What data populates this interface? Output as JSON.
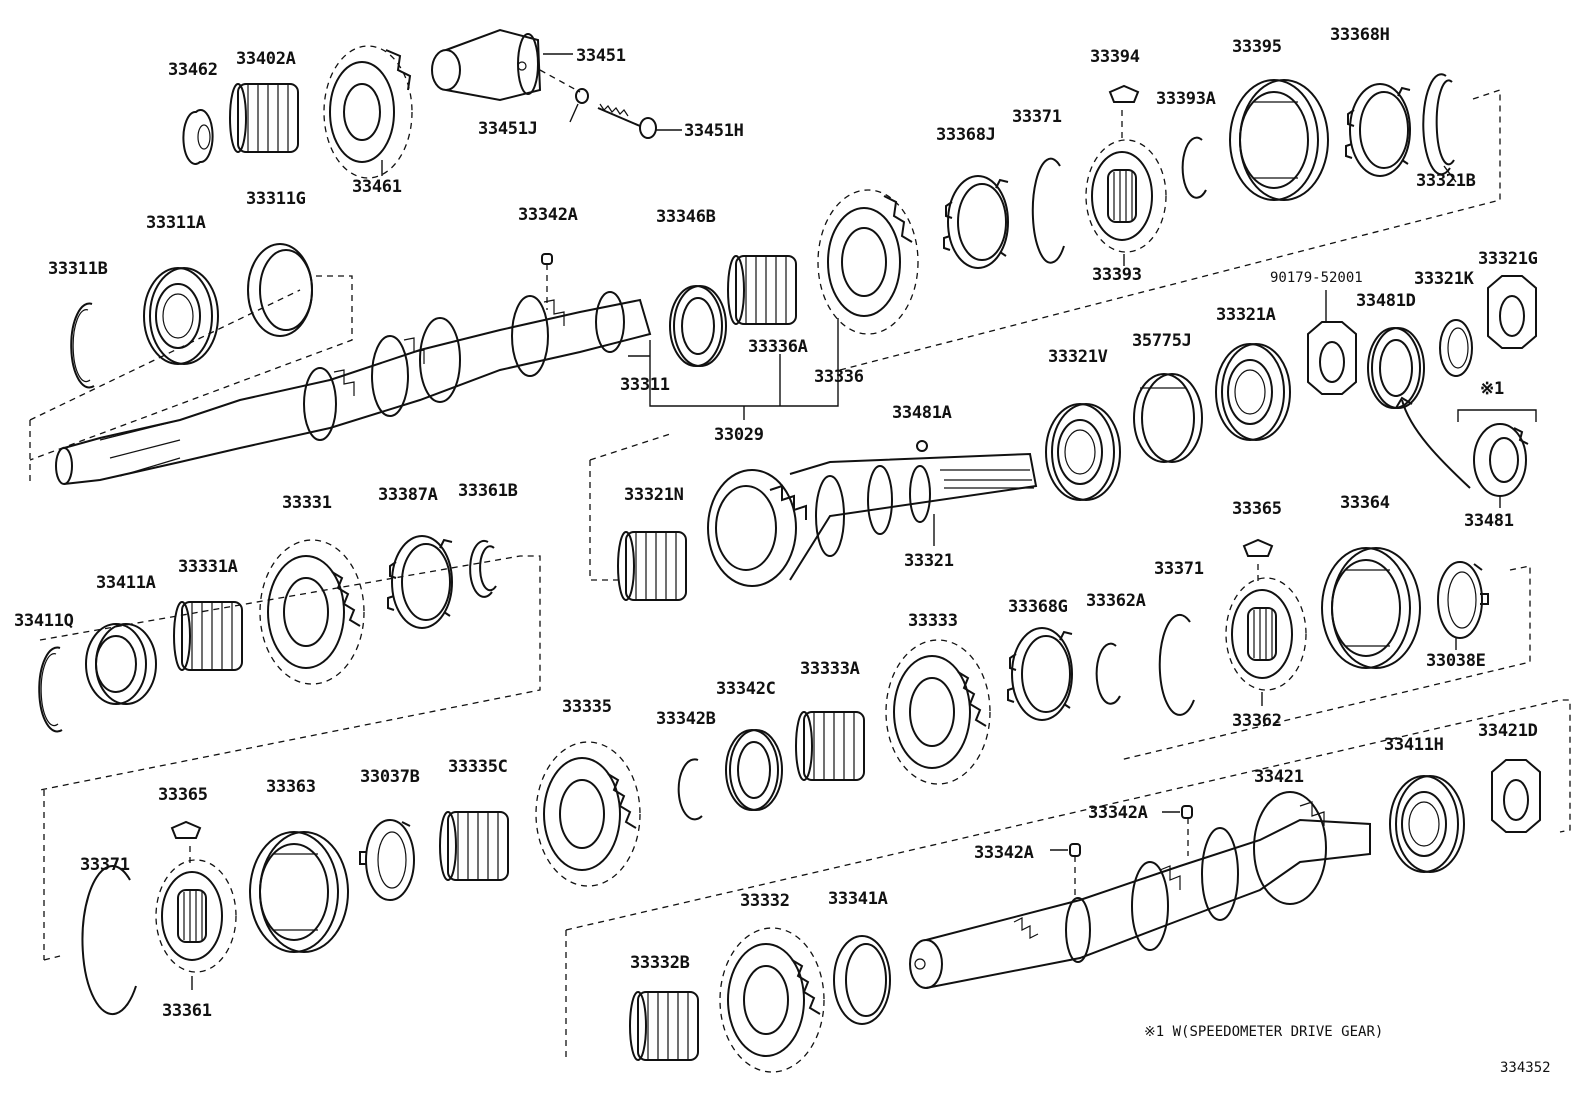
{
  "labels": {
    "p33462": "33462",
    "p33402A": "33402A",
    "p33451": "33451",
    "p33451J": "33451J",
    "p33451H": "33451H",
    "p33461": "33461",
    "p33394": "33394",
    "p33395": "33395",
    "p33368H": "33368H",
    "p33393A": "33393A",
    "p33368J": "33368J",
    "p33371_top": "33371",
    "p33321B": "33321B",
    "p33393": "33393",
    "p33311A": "33311A",
    "p33311G": "33311G",
    "p33311B": "33311B",
    "p33342A_top": "33342A",
    "p33346B": "33346B",
    "p33336A": "33336A",
    "p33336": "33336",
    "p33311": "33311",
    "p33029": "33029",
    "p90179": "90179-52001",
    "p33321K": "33321K",
    "p33321G": "33321G",
    "p33481D": "33481D",
    "p33321A": "33321A",
    "p33321V": "33321V",
    "p35775J": "35775J",
    "note_ref": "※1",
    "p33481A": "33481A",
    "p33481": "33481",
    "p33321N": "33321N",
    "p33321": "33321",
    "p33331": "33331",
    "p33387A": "33387A",
    "p33361B": "33361B",
    "p33331A": "33331A",
    "p33411A": "33411A",
    "p33411Q": "33411Q",
    "p33365_mid": "33365",
    "p33364": "33364",
    "p33333": "33333",
    "p33368G": "33368G",
    "p33362A": "33362A",
    "p33371_mid": "33371",
    "p33038E": "33038E",
    "p33362": "33362",
    "p33335": "33335",
    "p33342B": "33342B",
    "p33342C": "33342C",
    "p33333A": "33333A",
    "p33421": "33421",
    "p33411H": "33411H",
    "p33421D": "33421D",
    "p33342A_r1": "33342A",
    "p33342A_r2": "33342A",
    "p33365_low": "33365",
    "p33363": "33363",
    "p33037B": "33037B",
    "p33335C": "33335C",
    "p33371_low": "33371",
    "p33361": "33361",
    "p33332": "33332",
    "p33341A": "33341A",
    "p33332B": "33332B"
  },
  "footnote": "※1 W(SPEEDOMETER DRIVE GEAR)",
  "diagram_id": "334352"
}
